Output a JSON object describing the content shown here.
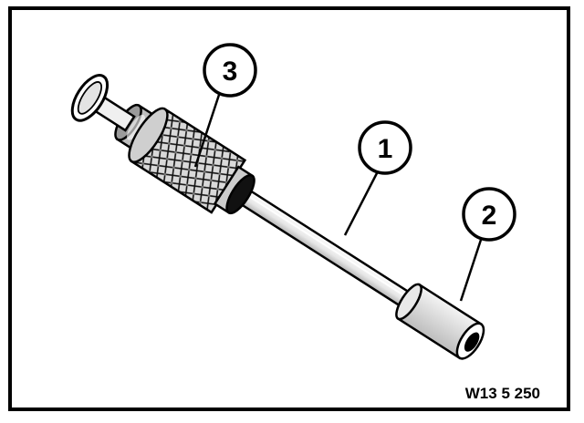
{
  "figure": {
    "reference_code": "W13 5 250",
    "callouts": [
      {
        "id": "1",
        "label": "1"
      },
      {
        "id": "2",
        "label": "2"
      },
      {
        "id": "3",
        "label": "3"
      }
    ]
  }
}
